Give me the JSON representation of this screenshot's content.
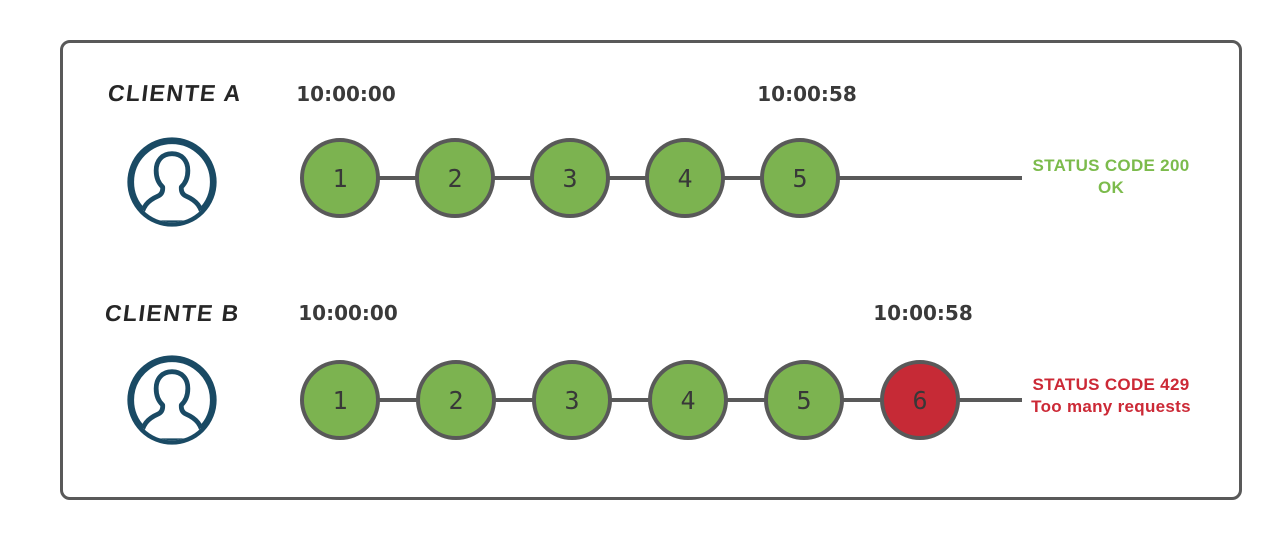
{
  "colors": {
    "request_ok_green": "#7CB350",
    "request_limited_red": "#C62A36",
    "status_ok_green": "#7CBB4C",
    "status_limited_red": "#CC2936",
    "circle_border_gray": "#595959",
    "frame_border_gray": "#595959",
    "avatar_navy": "#1A4A64",
    "text_dark": "#3A3A3A"
  },
  "icons": {
    "client_avatar": "user-avatar-icon"
  },
  "rows": [
    {
      "client_label": "CLIENTE A",
      "start_time": "10:00:00",
      "end_time": "10:00:58",
      "steps": [
        "1",
        "2",
        "3",
        "4",
        "5"
      ],
      "status_line1": "STATUS CODE 200",
      "status_line2": "OK"
    },
    {
      "client_label": "CLIENTE B",
      "start_time": "10:00:00",
      "end_time": "10:00:58",
      "steps": [
        "1",
        "2",
        "3",
        "4",
        "5",
        "6"
      ],
      "status_line1": "STATUS CODE 429",
      "status_line2": "Too many requests"
    }
  ]
}
